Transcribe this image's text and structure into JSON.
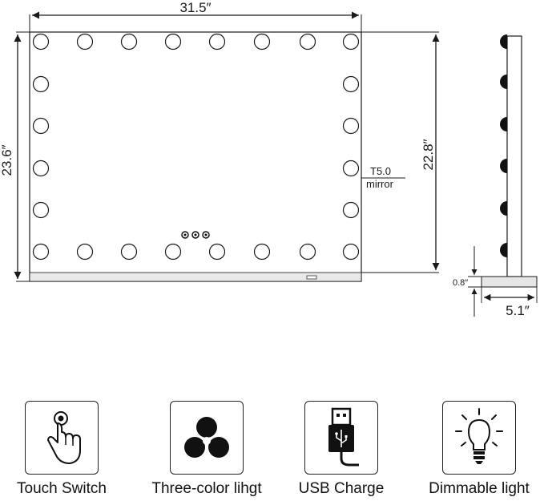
{
  "dimensions": {
    "width": "31.5″",
    "height": "23.6″",
    "mirror_height": "22.8″",
    "depth": "5.1″",
    "base_height": "0.8″",
    "mirror_thickness_line1": "T5.0",
    "mirror_thickness_line2": "mirror"
  },
  "features": [
    {
      "label": "Touch Switch",
      "icon": "touch-finger-icon"
    },
    {
      "label": "Three-color lihgt",
      "icon": "three-color-icon"
    },
    {
      "label": "USB Charge",
      "icon": "usb-plug-icon"
    },
    {
      "label": "Dimmable light",
      "icon": "light-bulb-icon"
    }
  ],
  "colors": {
    "line": "#1a1a1a",
    "bulb_fill": "#ffffff",
    "base": "#e6e6e6"
  }
}
